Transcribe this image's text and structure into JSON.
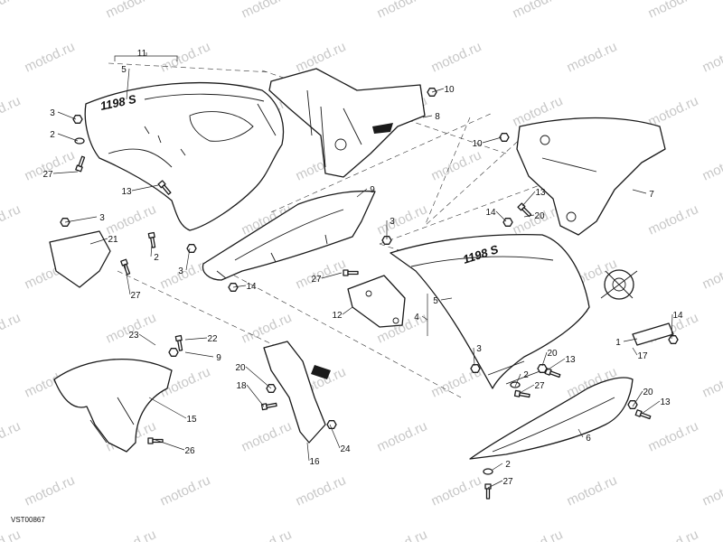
{
  "diagram_code": "VST00867",
  "watermark": "motod.ru",
  "decals": [
    "1198 S",
    "1198 S"
  ],
  "callouts": [
    "1",
    "2",
    "3",
    "4",
    "5",
    "6",
    "7",
    "8",
    "9",
    "10",
    "11",
    "12",
    "13",
    "14",
    "15",
    "16",
    "17",
    "18",
    "20",
    "21",
    "22",
    "23",
    "24",
    "26",
    "27"
  ]
}
